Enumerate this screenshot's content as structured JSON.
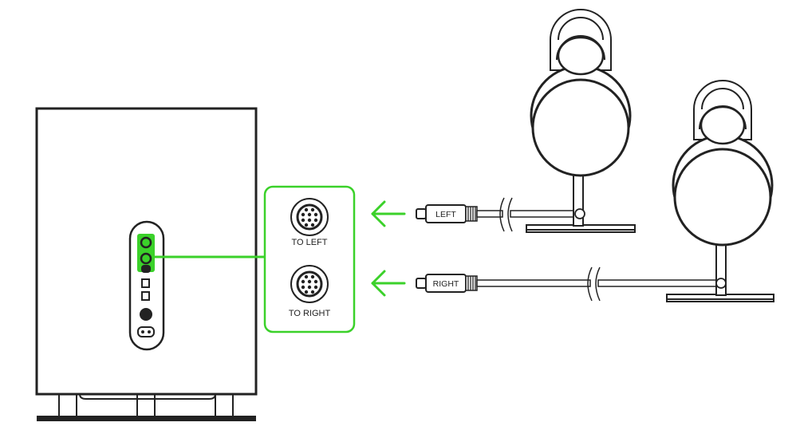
{
  "colors": {
    "accent": "#3bd12a",
    "line": "#222222",
    "fill": "#ffffff"
  },
  "ports": {
    "left_label": "TO LEFT",
    "right_label": "TO RIGHT"
  },
  "cables": {
    "left_tag": "LEFT",
    "right_tag": "RIGHT"
  }
}
